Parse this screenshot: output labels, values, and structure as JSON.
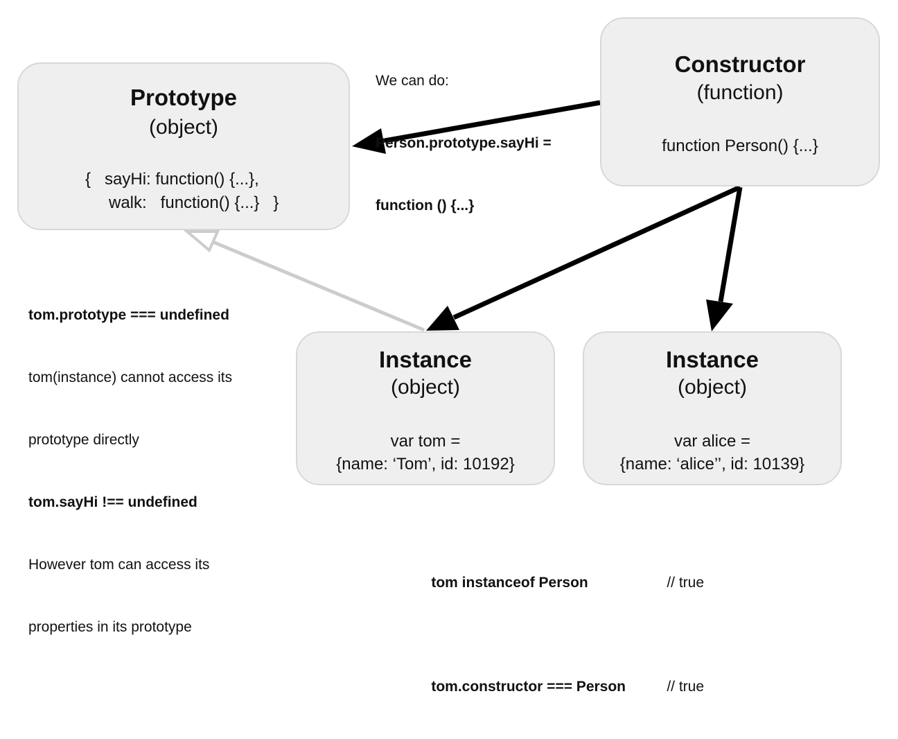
{
  "prototype_node": {
    "title": "Prototype",
    "subtitle": "(object)",
    "code_line1": "{   sayHi: function() {...},",
    "code_line2": "walk:   function() {...}   }"
  },
  "constructor_node": {
    "title": "Constructor",
    "subtitle": "(function)",
    "code": "function Person() {...}"
  },
  "instance_tom": {
    "title": "Instance",
    "subtitle": "(object)",
    "code_line1": "var tom =",
    "code_line2": "{name: ‘Tom’, id: 10192}"
  },
  "instance_alice": {
    "title": "Instance",
    "subtitle": "(object)",
    "code_line1": "var alice =",
    "code_line2": "{name: ‘alice’’, id: 10139}"
  },
  "note_top": {
    "line1": "We can do:",
    "line2": "Person.prototype.sayHi =",
    "line3": "function () {...}"
  },
  "note_left": {
    "line1": "tom.prototype === undefined",
    "line2": "tom(instance) cannot access its",
    "line3": "prototype directly",
    "line4": "tom.sayHi !== undefined",
    "line5": "However tom can access its",
    "line6": "properties in its prototype"
  },
  "note_bottom": {
    "line1_code": "tom instanceof Person",
    "line1_comment": "// true",
    "line2_code": "tom.constructor === Person",
    "line2_comment": "// true"
  },
  "colors": {
    "node_fill": "#efefef",
    "node_border": "#d8d8d8",
    "arrow_solid": "#000000",
    "arrow_faded": "#cccccc"
  }
}
